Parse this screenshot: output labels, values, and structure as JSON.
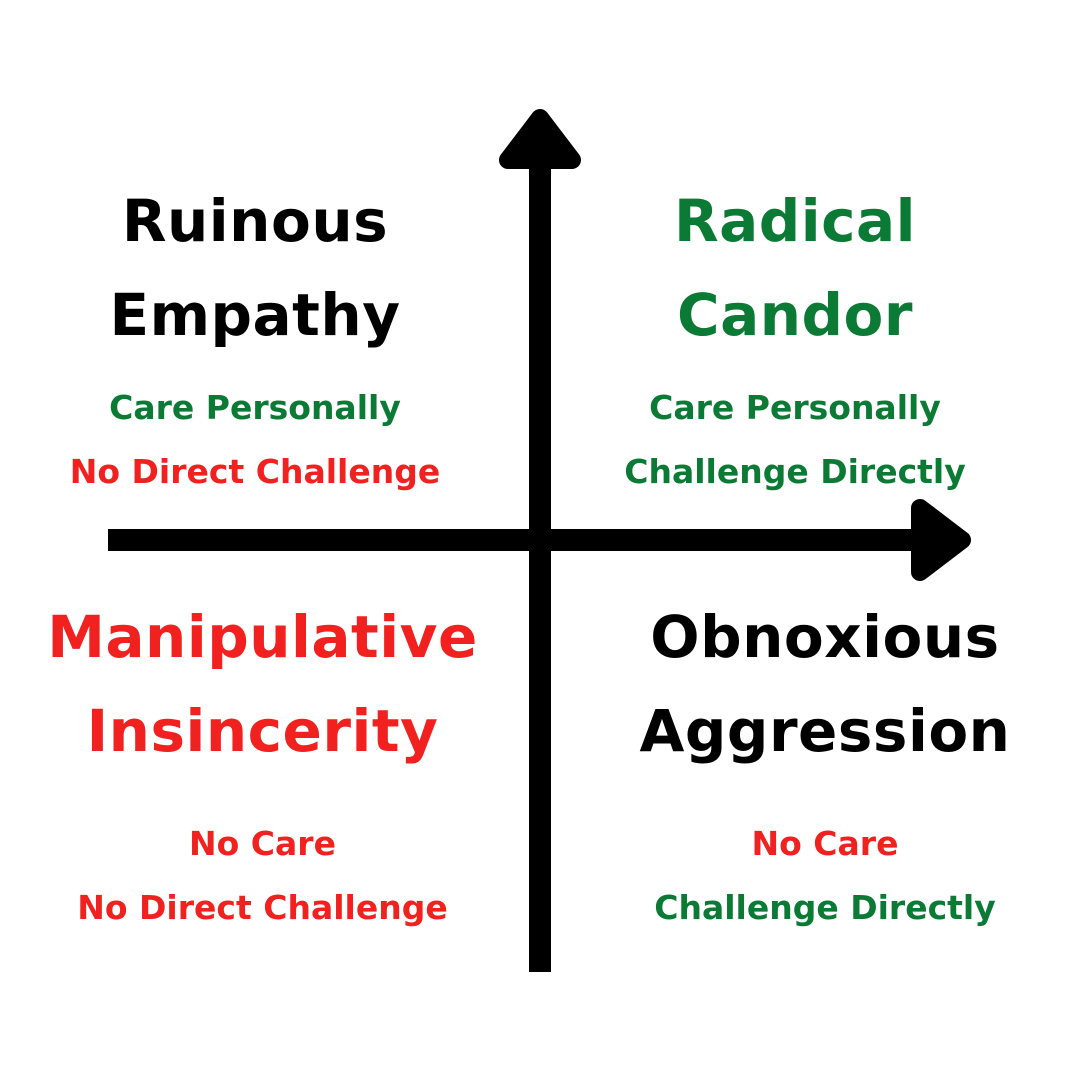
{
  "colors": {
    "black": "#000000",
    "green": "#0a7a34",
    "red": "#f0211f"
  },
  "quadrants": {
    "top_left": {
      "title": [
        "Ruinous",
        "Empathy"
      ],
      "title_color": "black",
      "lines": [
        {
          "text": "Care Personally",
          "color": "green"
        },
        {
          "text": "No Direct Challenge",
          "color": "red"
        }
      ]
    },
    "top_right": {
      "title": [
        "Radical",
        "Candor"
      ],
      "title_color": "green",
      "lines": [
        {
          "text": "Care Personally",
          "color": "green"
        },
        {
          "text": "Challenge Directly",
          "color": "green"
        }
      ]
    },
    "bottom_left": {
      "title": [
        "Manipulative",
        "Insincerity"
      ],
      "title_color": "red",
      "lines": [
        {
          "text": "No Care",
          "color": "red"
        },
        {
          "text": "No Direct Challenge",
          "color": "red"
        }
      ]
    },
    "bottom_right": {
      "title": [
        "Obnoxious",
        "Aggression"
      ],
      "title_color": "black",
      "lines": [
        {
          "text": "No Care",
          "color": "red"
        },
        {
          "text": "Challenge Directly",
          "color": "green"
        }
      ]
    }
  }
}
